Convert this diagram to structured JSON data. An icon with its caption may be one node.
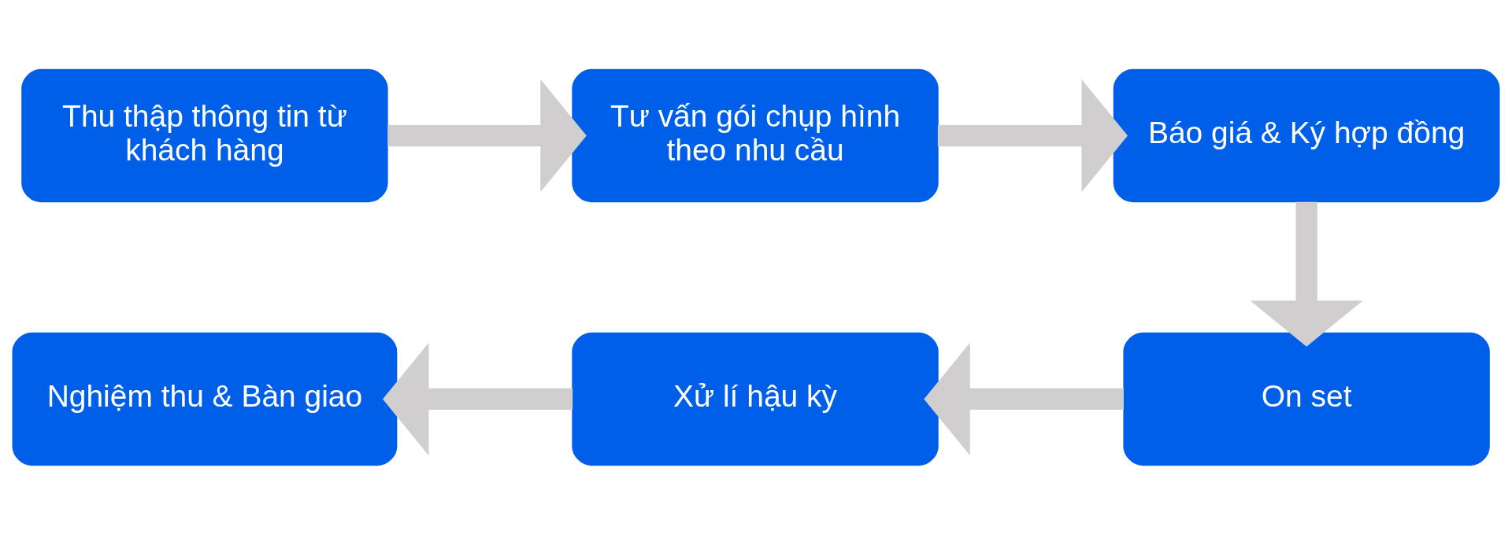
{
  "diagram": {
    "nodes": [
      {
        "text": [
          "Thu thập thông tin từ khách hàng"
        ]
      },
      {
        "text": [
          "Tư vấn gói chụp hình theo nhu cầu"
        ]
      },
      {
        "text": [
          "Báo giá & Ký hợp đồng"
        ]
      },
      {
        "text": [
          "On set"
        ]
      },
      {
        "text": [
          "Xử lí hậu kỳ"
        ]
      },
      {
        "text": [
          "Nghiệm thu & Bàn giao"
        ]
      }
    ],
    "edges": [
      {
        "from": 0,
        "to": 1,
        "arrow": "to"
      },
      {
        "from": 1,
        "to": 2,
        "arrow": "to"
      },
      {
        "from": 2,
        "to": 3,
        "arrow": "to"
      },
      {
        "from": 3,
        "to": 4,
        "arrow": "to"
      },
      {
        "from": 4,
        "to": 5,
        "arrow": "to"
      }
    ]
  }
}
